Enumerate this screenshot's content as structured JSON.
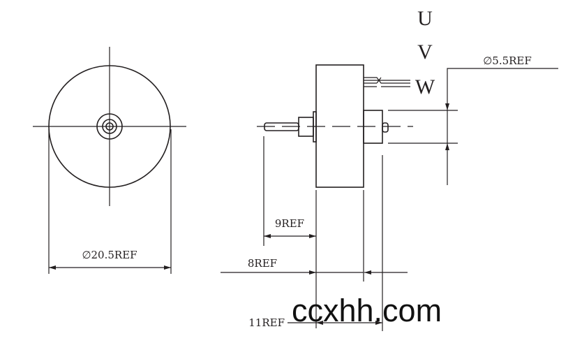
{
  "front_view": {
    "diameter_label": "∅20.5REF"
  },
  "side_view": {
    "wire_labels": [
      "U",
      "V",
      "W"
    ],
    "shaft_diameter_label": "∅5.5REF",
    "shaft_length_label": "9REF",
    "front_offset_label": "8REF",
    "body_length_label": "11REF"
  },
  "watermark": "ccxhh.com"
}
